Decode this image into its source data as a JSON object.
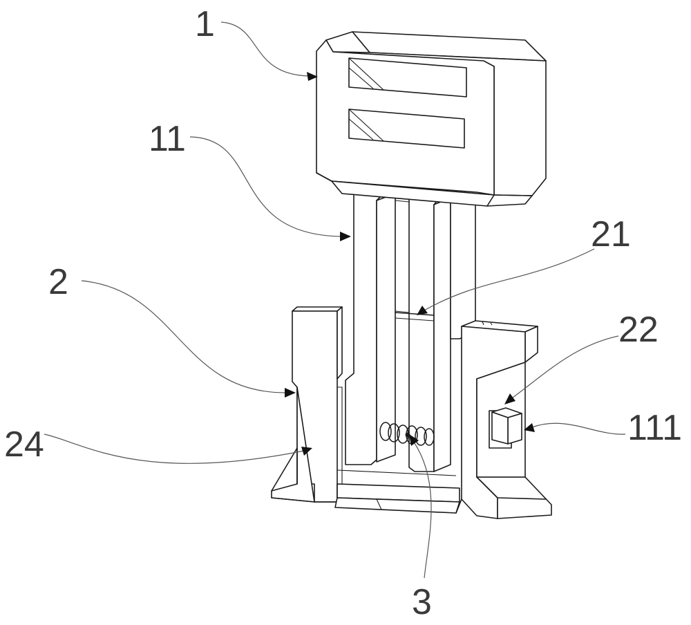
{
  "figure": {
    "labels": {
      "handle": "1",
      "stem": "11",
      "base": "2",
      "stopper": "21",
      "slot": "22",
      "left_leg": "24",
      "spring": "3",
      "latch": "111"
    }
  }
}
